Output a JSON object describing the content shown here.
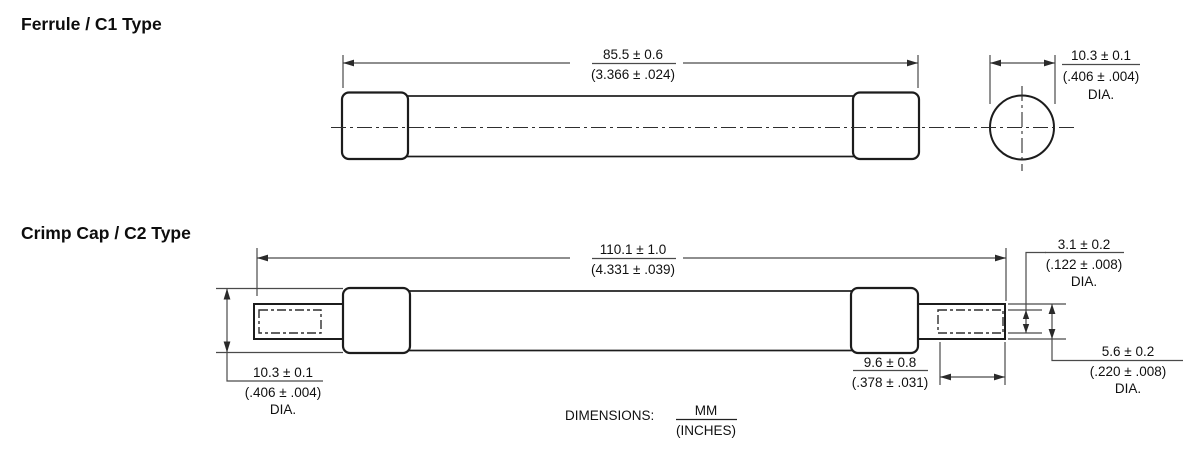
{
  "colors": {
    "background": "#ffffff",
    "part_outline": "#1c1c1c",
    "dimension_lines": "#4a4a4a",
    "text": "#101010"
  },
  "headings": {
    "c1": "Ferrule / C1 Type",
    "c2": "Crimp Cap / C2 Type"
  },
  "c1": {
    "length_mm": "85.5 ± 0.6",
    "length_in": "(3.366 ± .024)",
    "dia_mm": "10.3 ± 0.1",
    "dia_in": "(.406 ± .004)",
    "dia_label": "DIA."
  },
  "c2": {
    "length_mm": "110.1 ± 1.0",
    "length_in": "(4.331 ± .039)",
    "cap_dia_mm": "10.3 ± 0.1",
    "cap_dia_in": "(.406 ± .004)",
    "cap_dia_label": "DIA.",
    "pin_hole_dia_mm": "3.1 ± 0.2",
    "pin_hole_dia_in": "(.122 ± .008)",
    "pin_hole_dia_label": "DIA.",
    "pin_len_mm": "9.6 ± 0.8",
    "pin_len_in": "(.378 ± .031)",
    "pin_dia_mm": "5.6 ± 0.2",
    "pin_dia_in": "(.220 ± .008)",
    "pin_dia_label": "DIA."
  },
  "footer": {
    "label": "DIMENSIONS:",
    "units_top": "MM",
    "units_bottom": "(INCHES)"
  }
}
